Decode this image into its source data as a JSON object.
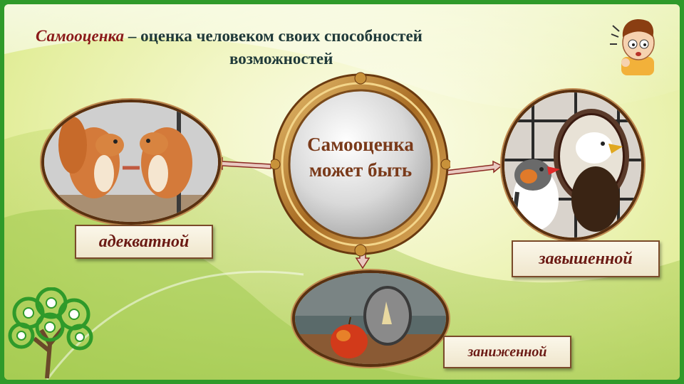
{
  "title": {
    "accent": "Самооценка",
    "line1_rest": " – оценка человеком своих способностей",
    "line2": "возможностей"
  },
  "mirror": {
    "line1": "Самооценка",
    "line2": "может быть"
  },
  "labels": {
    "adequate": "адекватной",
    "inflated": "завышенной",
    "lowered": "заниженной"
  },
  "icons": {
    "boy": "thinking-boy-icon",
    "tree": "science-tree-icon"
  },
  "colors": {
    "border_green": "#2f9a2a",
    "accent_red": "#8b1a1a",
    "frame_gold": "#b8863a"
  }
}
